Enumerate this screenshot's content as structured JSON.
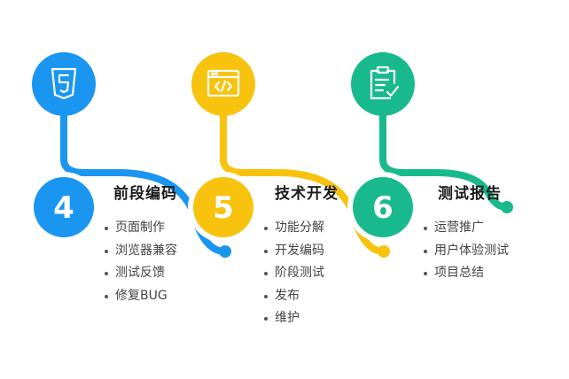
{
  "colors": {
    "blue": "#1a96f0",
    "yellow": "#f7c30e",
    "green": "#19b98e",
    "white": "#ffffff"
  },
  "steps": [
    {
      "number": "4",
      "title": "前段编码",
      "icon": "html5-icon",
      "items": [
        "页面制作",
        "浏览器兼容",
        "测试反馈",
        "修复BUG"
      ]
    },
    {
      "number": "5",
      "title": "技术开发",
      "icon": "code-window-icon",
      "items": [
        "功能分解",
        "开发编码",
        "阶段测试",
        "发布",
        "维护"
      ]
    },
    {
      "number": "6",
      "title": "测试报告",
      "icon": "clipboard-check-icon",
      "items": [
        "运营推广",
        "用户体验测试",
        "项目总结"
      ]
    }
  ]
}
